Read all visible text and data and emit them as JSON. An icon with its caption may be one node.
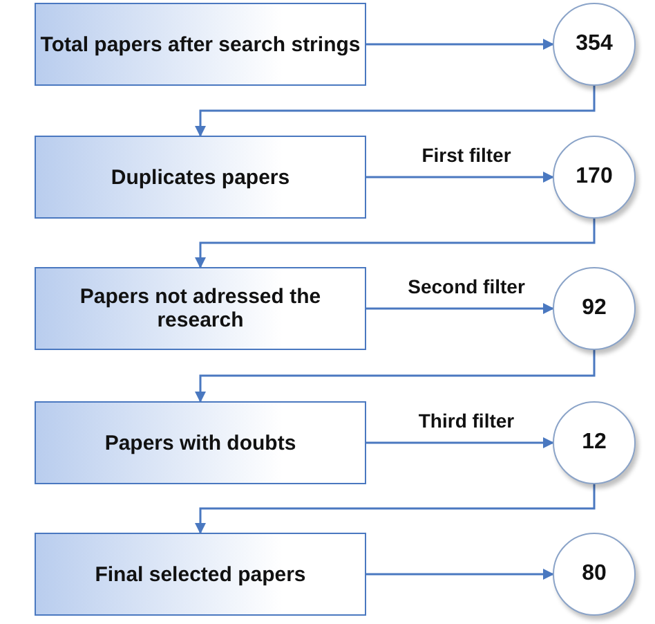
{
  "diagram": {
    "nodes": [
      {
        "text": [
          "Total papers after search strings"
        ]
      },
      {
        "text": [
          "354"
        ]
      },
      {
        "text": [
          "Duplicates  papers"
        ]
      },
      {
        "text": [
          "170"
        ]
      },
      {
        "text": [
          "Papers not adressed the research"
        ]
      },
      {
        "text": [
          "92"
        ]
      },
      {
        "text": [
          "Papers with doubts"
        ]
      },
      {
        "text": [
          "12"
        ]
      },
      {
        "text": [
          "Final selected papers"
        ]
      },
      {
        "text": [
          "80"
        ]
      }
    ],
    "edges": [
      {
        "from": 0,
        "to": 1,
        "arrow": "to"
      },
      {
        "from": 1,
        "to": 2,
        "arrow": "to"
      },
      {
        "from": 2,
        "to": 3,
        "arrow": "to",
        "label": "First filter"
      },
      {
        "from": 3,
        "to": 4,
        "arrow": "to"
      },
      {
        "from": 4,
        "to": 5,
        "arrow": "to",
        "label": "Second filter"
      },
      {
        "from": 5,
        "to": 6,
        "arrow": "to"
      },
      {
        "from": 6,
        "to": 7,
        "arrow": "to",
        "label": "Third filter"
      },
      {
        "from": 7,
        "to": 8,
        "arrow": "to"
      },
      {
        "from": 8,
        "to": 9,
        "arrow": "to"
      }
    ]
  }
}
